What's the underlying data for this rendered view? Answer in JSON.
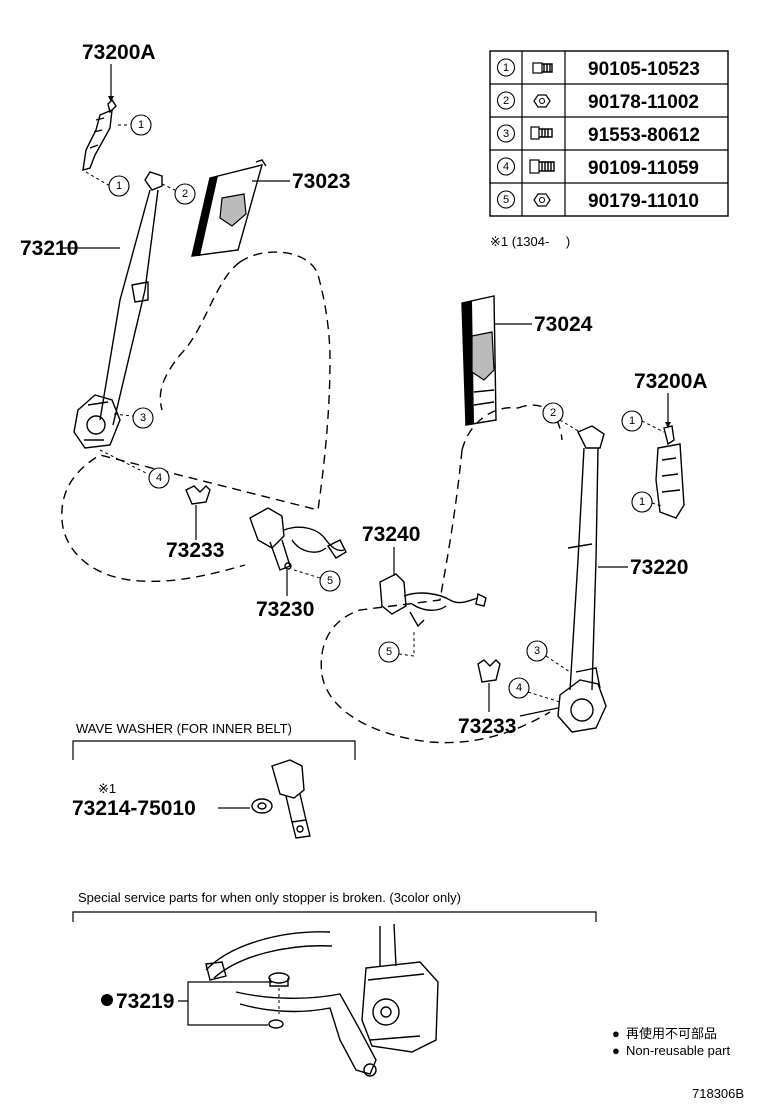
{
  "labels": {
    "p73200A_left": "73200A",
    "p73023": "73023",
    "p73210": "73210",
    "p73233_left": "73233",
    "p73230": "73230",
    "p73024": "73024",
    "p73200A_right": "73200A",
    "p73240": "73240",
    "p73220": "73220",
    "p73233_right": "73233",
    "p73214": "73214-75010",
    "p73219": "73219"
  },
  "fastener_table": [
    {
      "key": "1",
      "part_no": "90105-10523"
    },
    {
      "key": "2",
      "part_no": "90178-11002"
    },
    {
      "key": "3",
      "part_no": "91553-80612"
    },
    {
      "key": "4",
      "part_no": "90109-11059"
    },
    {
      "key": "5",
      "part_no": "90179-11010"
    }
  ],
  "notes": {
    "production_note": "※1 (1304-　 )",
    "wave_washer_title": "WAVE WASHER (FOR INNER BELT)",
    "wave_washer_ref": "※1",
    "special_service_title": "Special service parts for when only stopper is broken. (3color only)"
  },
  "legend": {
    "bullet": "●",
    "line_jp": "再使用不可部品",
    "line_en": "Non-reusable part"
  },
  "callouts": {
    "c1": "1",
    "c2": "2",
    "c3": "3",
    "c4": "4",
    "c5": "5"
  },
  "diagram_code": "718306B"
}
